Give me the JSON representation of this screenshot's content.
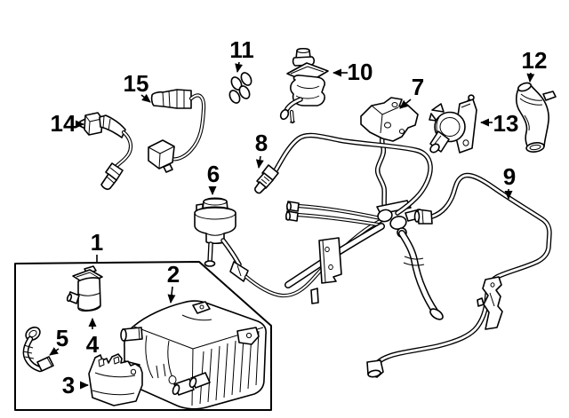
{
  "page": {
    "background_color": "#ffffff",
    "line_color": "#000000",
    "label_color": "#000000"
  },
  "callouts": [
    {
      "id": 1,
      "text": "1"
    },
    {
      "id": 2,
      "text": "2"
    },
    {
      "id": 3,
      "text": "3"
    },
    {
      "id": 4,
      "text": "4"
    },
    {
      "id": 5,
      "text": "5"
    },
    {
      "id": 6,
      "text": "6"
    },
    {
      "id": 7,
      "text": "7"
    },
    {
      "id": 8,
      "text": "8"
    },
    {
      "id": 9,
      "text": "9"
    },
    {
      "id": 10,
      "text": "10"
    },
    {
      "id": 11,
      "text": "11"
    },
    {
      "id": 12,
      "text": "12"
    },
    {
      "id": 13,
      "text": "13"
    },
    {
      "id": 14,
      "text": "14"
    },
    {
      "id": 15,
      "text": "15"
    }
  ]
}
